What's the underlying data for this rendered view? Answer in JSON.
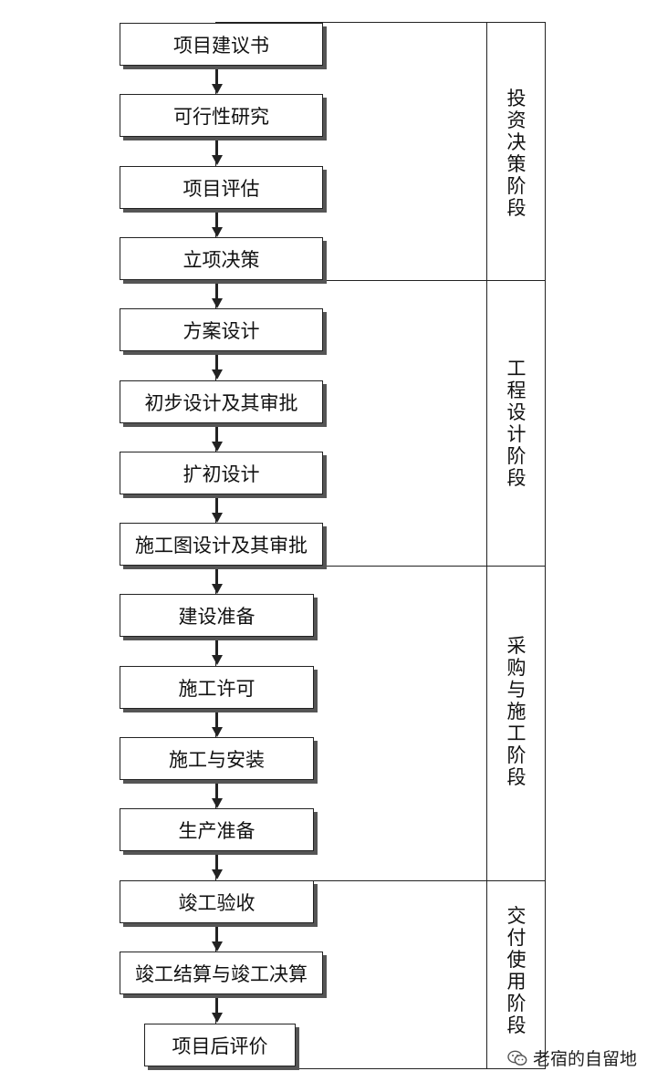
{
  "steps": [
    "项目建议书",
    "可行性研究",
    "项目评估",
    "立项决策",
    "方案设计",
    "初步设计及其审批",
    "扩初设计",
    "施工图设计及其审批",
    "建设准备",
    "施工许可",
    "施工与安装",
    "生产准备",
    "竣工验收",
    "竣工结算与竣工决算",
    "项目后评价"
  ],
  "stages": [
    "投资决策阶段",
    "工程设计阶段",
    "采购与施工阶段",
    "交付使用阶段"
  ],
  "watermark": {
    "text": "老宿的自留地",
    "icon": "wechat-icon"
  }
}
